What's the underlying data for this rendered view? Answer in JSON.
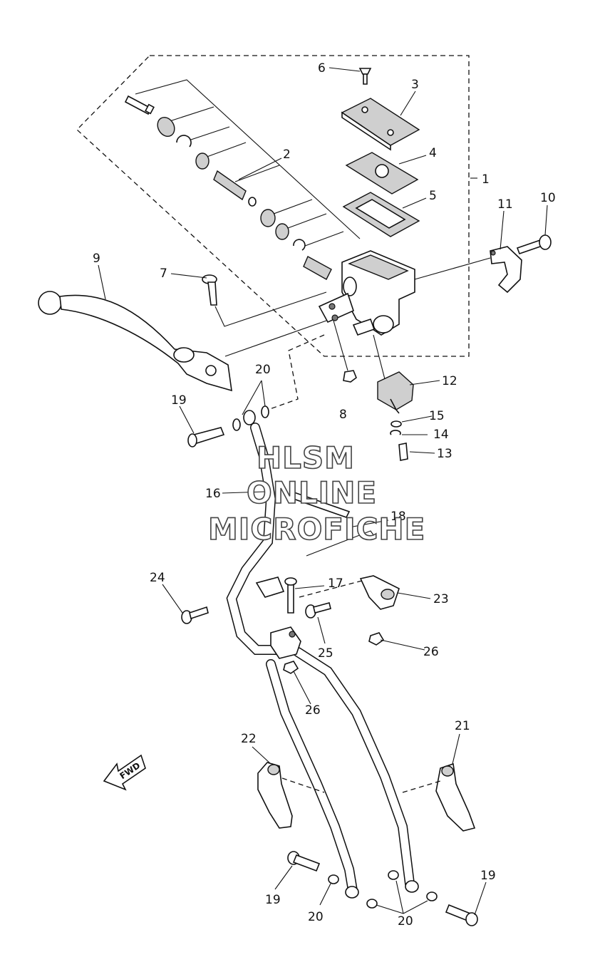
{
  "diagram": {
    "callouts": [
      "1",
      "2",
      "3",
      "4",
      "5",
      "6",
      "7",
      "8",
      "9",
      "10",
      "11",
      "12",
      "13",
      "14",
      "15",
      "16",
      "17",
      "18",
      "19",
      "20",
      "21",
      "22",
      "23",
      "24",
      "25",
      "26"
    ],
    "watermark": [
      "HLSM",
      "ONLINE",
      "MICROFICHE"
    ],
    "direction_label": "FWD"
  }
}
